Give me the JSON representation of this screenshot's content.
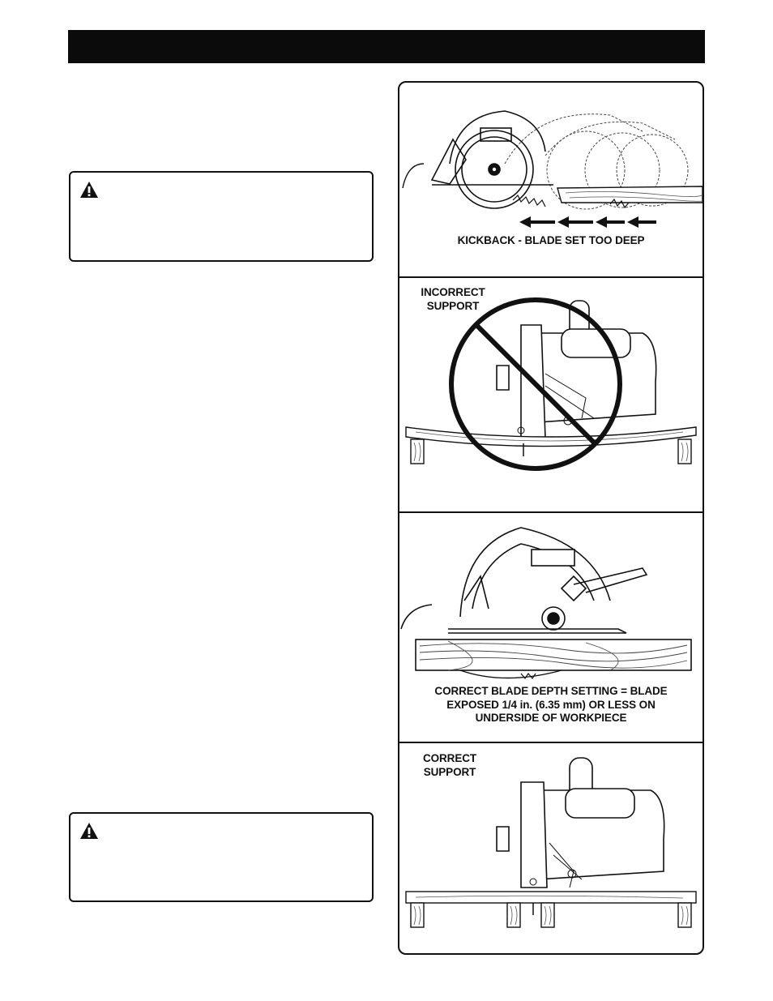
{
  "figures": {
    "kickback_caption": "KICKBACK - BLADE SET TOO DEEP",
    "incorrect_support_label": [
      "INCORRECT",
      "SUPPORT"
    ],
    "depth_caption": [
      "CORRECT BLADE DEPTH SETTING = BLADE",
      "EXPOSED 1/4 in. (6.35 mm) OR LESS ON",
      "UNDERSIDE OF WORKPIECE"
    ],
    "correct_support_label": [
      "CORRECT",
      "SUPPORT"
    ]
  },
  "warnings": [
    {
      "icon": "warning-triangle-icon"
    },
    {
      "icon": "warning-triangle-icon"
    }
  ]
}
